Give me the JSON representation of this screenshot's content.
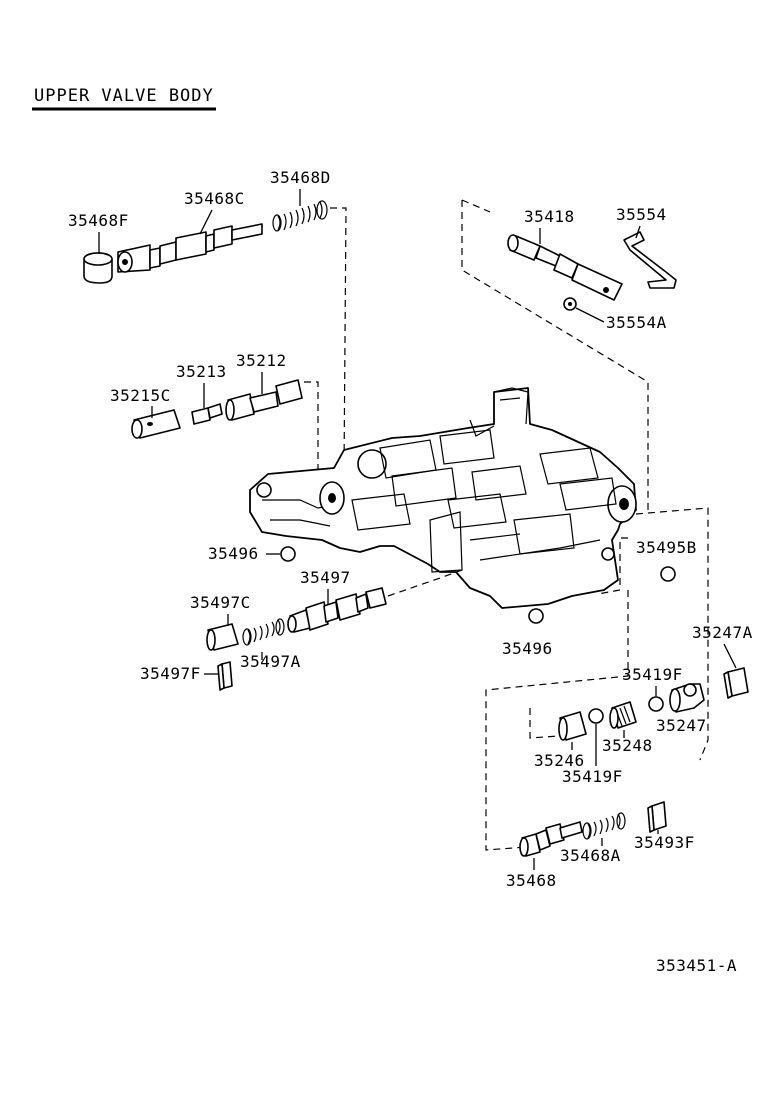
{
  "title": "UPPER VALVE BODY",
  "figure_id": "353451-A",
  "parts": {
    "p35468F": "35468F",
    "p35468C": "35468C",
    "p35468D": "35468D",
    "p35418": "35418",
    "p35554": "35554",
    "p35554A": "35554A",
    "p35213": "35213",
    "p35212": "35212",
    "p35215C": "35215C",
    "p35496a": "35496",
    "p35495B": "35495B",
    "p35497": "35497",
    "p35497C": "35497C",
    "p35497A": "35497A",
    "p35497F": "35497F",
    "p35496b": "35496",
    "p35247A": "35247A",
    "p35419Fa": "35419F",
    "p35247": "35247",
    "p35246": "35246",
    "p35248": "35248",
    "p35419Fb": "35419F",
    "p35493F": "35493F",
    "p35468A": "35468A",
    "p35468": "35468"
  }
}
